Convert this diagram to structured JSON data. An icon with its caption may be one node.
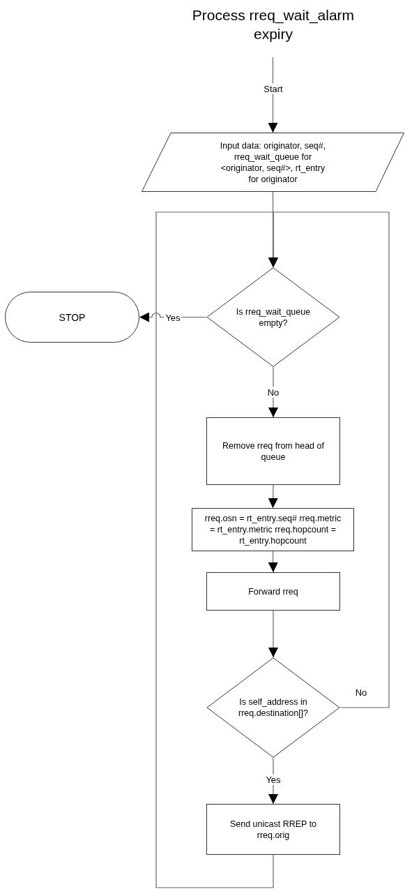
{
  "diagram": {
    "title": "Process rreq_wait_alarm expiry",
    "nodes": [
      {
        "text": [
          "Input data: originator, seq#, rreq_wait_queue for <originator, seq#>, rt_entry for originator"
        ]
      },
      {
        "text": [
          "Is rreq_wait_queue empty?"
        ]
      },
      {
        "text": [
          "STOP"
        ]
      },
      {
        "text": [
          "Remove rreq from head of queue"
        ]
      },
      {
        "text": [
          "rreq.osn = rt_entry.seq# rreq.metric = rt_entry.metric rreq.hopcount = rt_entry.hopcount"
        ]
      },
      {
        "text": [
          "Forward rreq"
        ]
      },
      {
        "text": [
          "Is self_address in rreq.destination[]?"
        ]
      },
      {
        "text": [
          "Send unicast RREP to rreq.orig"
        ]
      }
    ],
    "edges": [
      {
        "from": null,
        "to": 0,
        "arrow": "to",
        "label": "Start"
      },
      {
        "from": 0,
        "to": 1,
        "arrow": "to"
      },
      {
        "from": 1,
        "to": 2,
        "arrow": "to",
        "label": "Yes"
      },
      {
        "from": 1,
        "to": 3,
        "arrow": "to",
        "label": "No"
      },
      {
        "from": 3,
        "to": 4,
        "arrow": "to"
      },
      {
        "from": 4,
        "to": 5,
        "arrow": "to"
      },
      {
        "from": 5,
        "to": 6,
        "arrow": "to"
      },
      {
        "from": 6,
        "to": 1,
        "arrow": "to",
        "label": "No"
      },
      {
        "from": 6,
        "to": 7,
        "arrow": "to",
        "label": "Yes"
      },
      {
        "from": 7,
        "to": 1,
        "arrow": "to"
      }
    ]
  }
}
